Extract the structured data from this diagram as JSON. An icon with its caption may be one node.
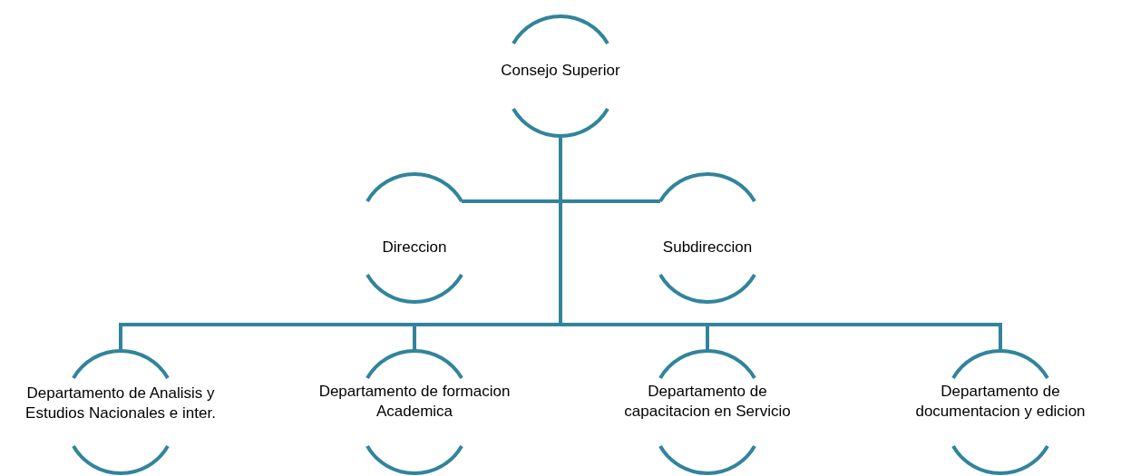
{
  "diagram": {
    "nodes": [
      {
        "text": [
          "Consejo Superior"
        ]
      },
      {
        "text": [
          "Direccion"
        ]
      },
      {
        "text": [
          "Subdireccion"
        ]
      },
      {
        "text": [
          "Departamento de Analisis y Estudios Nacionales e inter."
        ]
      },
      {
        "text": [
          "Departamento de formacion Academica"
        ]
      },
      {
        "text": [
          "Departamento de capacitacion en Servicio"
        ]
      },
      {
        "text": [
          "Departamento de documentacion y edicion"
        ]
      }
    ],
    "edges": [
      {
        "from": 0,
        "to": 1,
        "arrow": "none"
      },
      {
        "from": 0,
        "to": 2,
        "arrow": "none"
      },
      {
        "from": 0,
        "to": 3,
        "arrow": "none"
      },
      {
        "from": 0,
        "to": 4,
        "arrow": "none"
      },
      {
        "from": 0,
        "to": 5,
        "arrow": "none"
      },
      {
        "from": 0,
        "to": 6,
        "arrow": "none"
      }
    ]
  }
}
